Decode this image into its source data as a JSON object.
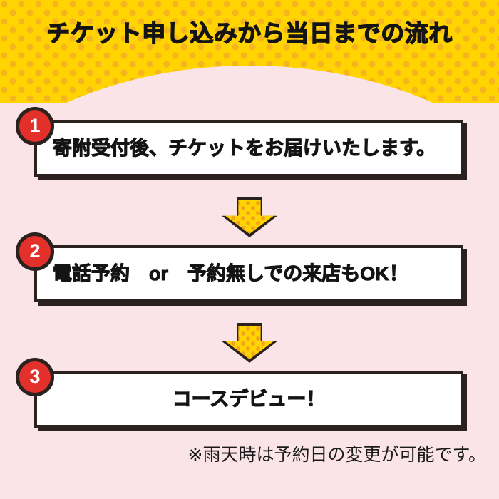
{
  "colors": {
    "header_yellow": "#FFD400",
    "header_dot": "#F4B51E",
    "body_pink": "#FBE4E8",
    "badge_red": "#E3302A",
    "outline_dark": "#2B211F",
    "box_white": "#FFFFFF",
    "text_dark": "#141414"
  },
  "header": {
    "title": "チケット申し込みから当日までの流れ"
  },
  "steps": [
    {
      "number": "1",
      "text": "寄附受付後、チケットをお届けいたします。",
      "align": "left"
    },
    {
      "number": "2",
      "text": "電話予約　or　予約無しでの来店もOK！",
      "align": "left"
    },
    {
      "number": "3",
      "text": "コースデビュー！",
      "align": "center"
    }
  ],
  "arrows": [
    {
      "direction": "down"
    },
    {
      "direction": "down"
    }
  ],
  "footnote": {
    "text": "※雨天時は予約日の変更が可能です。"
  }
}
